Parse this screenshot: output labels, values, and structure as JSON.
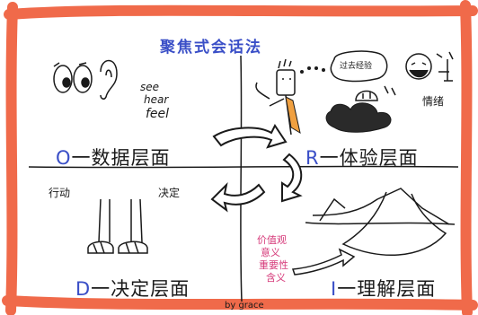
{
  "title": "聚焦式会话法",
  "quadrants": {
    "o": {
      "letter": "O",
      "label": "一数据层面"
    },
    "r": {
      "letter": "R",
      "label": "一体验层面"
    },
    "i": {
      "letter": "I",
      "label": "一理解层面"
    },
    "d": {
      "letter": "D",
      "label": "一决定层面"
    }
  },
  "senses": [
    "see",
    "hear",
    "feel"
  ],
  "speech_bubble": "过去经验",
  "emotion_label": "情绪",
  "decision_words": {
    "action": "行动",
    "decision": "决定"
  },
  "values_list": [
    "价值观",
    "意义",
    "重要性",
    "含义"
  ],
  "byline": "by grace",
  "colors": {
    "frame": "#f06a4a",
    "title_blue": "#3a4fc7",
    "letter_blue": "#3a4fc7",
    "values_pink": "#d63a7a",
    "ink": "#1a1a1a",
    "tie_orange": "#f0a040"
  }
}
